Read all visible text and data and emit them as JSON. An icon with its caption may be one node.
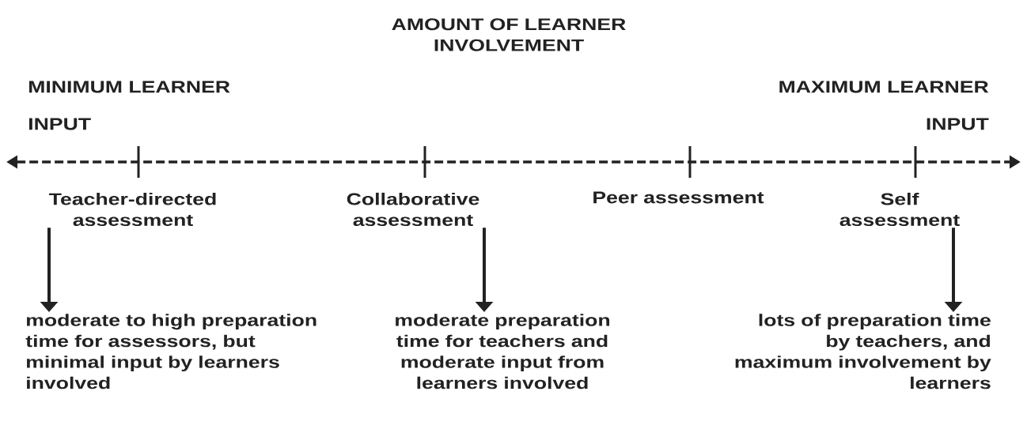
{
  "diagram": {
    "title": "AMOUNT OF LEARNER INVOLVEMENT",
    "nodes": [
      {
        "text": [
          "Teacher-directed assessment"
        ]
      },
      {
        "text": [
          "Collaborative assessment"
        ]
      },
      {
        "text": [
          "Peer assessment"
        ]
      },
      {
        "text": [
          "Self assessment"
        ]
      },
      {
        "text": [
          "moderate to high preparation time for assessors, but minimal input by learners involved"
        ]
      },
      {
        "text": [
          "moderate preparation time for teachers and moderate input from learners involved"
        ]
      },
      {
        "text": [
          "lots of preparation time by teachers, and maximum involvement by learners"
        ]
      }
    ],
    "edges": [
      {
        "from": 0,
        "to": 4,
        "arrow": "to"
      },
      {
        "from": 1,
        "to": 5,
        "arrow": "to"
      },
      {
        "from": 3,
        "to": 6,
        "arrow": "to"
      }
    ],
    "labels": [
      "MINIMUM LEARNER",
      "INPUT",
      "MAXIMUM LEARNER",
      "INPUT"
    ]
  }
}
